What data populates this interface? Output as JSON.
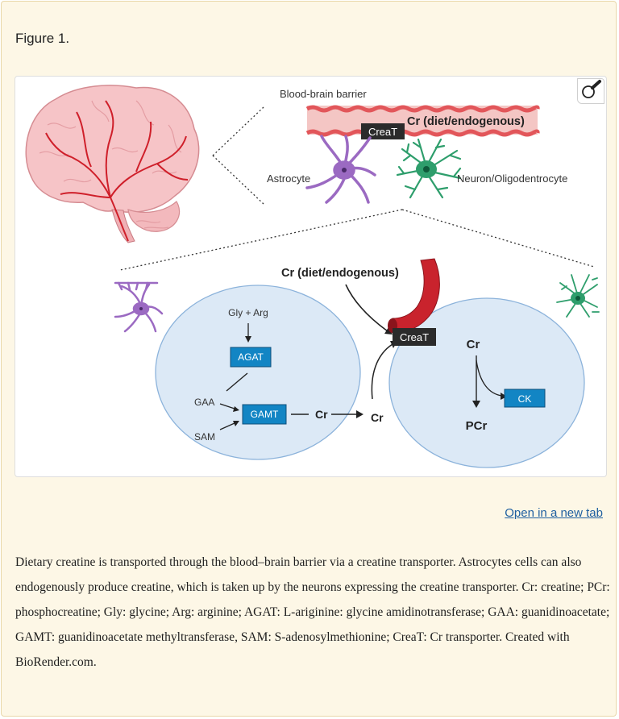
{
  "figure": {
    "title": "Figure 1.",
    "open_link": "Open in a new tab",
    "caption": "Dietary creatine is transported through the blood–brain barrier via a creatine transporter. Astrocytes cells can also endogenously produce creatine, which is taken up by the neurons expressing the creatine transporter. Cr: creatine; PCr: phosphocreatine; Gly: glycine; Arg: arginine; AGAT: L-ariginine: glycine amidinotransferase; GAA: guanidinoacetate; GAMT: guanidinoacetate methyltransferase, SAM: S-adenosylmethionine; CreaT: Cr transporter. Created with BioRender.com."
  },
  "diagram": {
    "bbb_label": "Blood-brain barrier",
    "top_creat": "CreaT",
    "top_cr_source": "Cr (diet/endogenous)",
    "astrocyte_label": "Astrocyte",
    "neuron_label": "Neuron/Oligodentrocyte",
    "cr_source": "Cr (diet/endogenous)",
    "gly_arg": "Gly + Arg",
    "agat": "AGAT",
    "gaa": "GAA",
    "sam": "SAM",
    "gamt": "GAMT",
    "cr_inside": "Cr",
    "cr_outside": "Cr",
    "creat": "CreaT",
    "neuron_cr": "Cr",
    "ck": "CK",
    "pcr": "PCr"
  },
  "colors": {
    "vessel": "#e2565a",
    "astrocyte": "#9b6ac2",
    "neuron": "#2e9e6c",
    "cell": "#dce9f6",
    "enzyme": "#1285c4",
    "transporter": "#2b2b2b",
    "link": "#1f5fa0"
  }
}
